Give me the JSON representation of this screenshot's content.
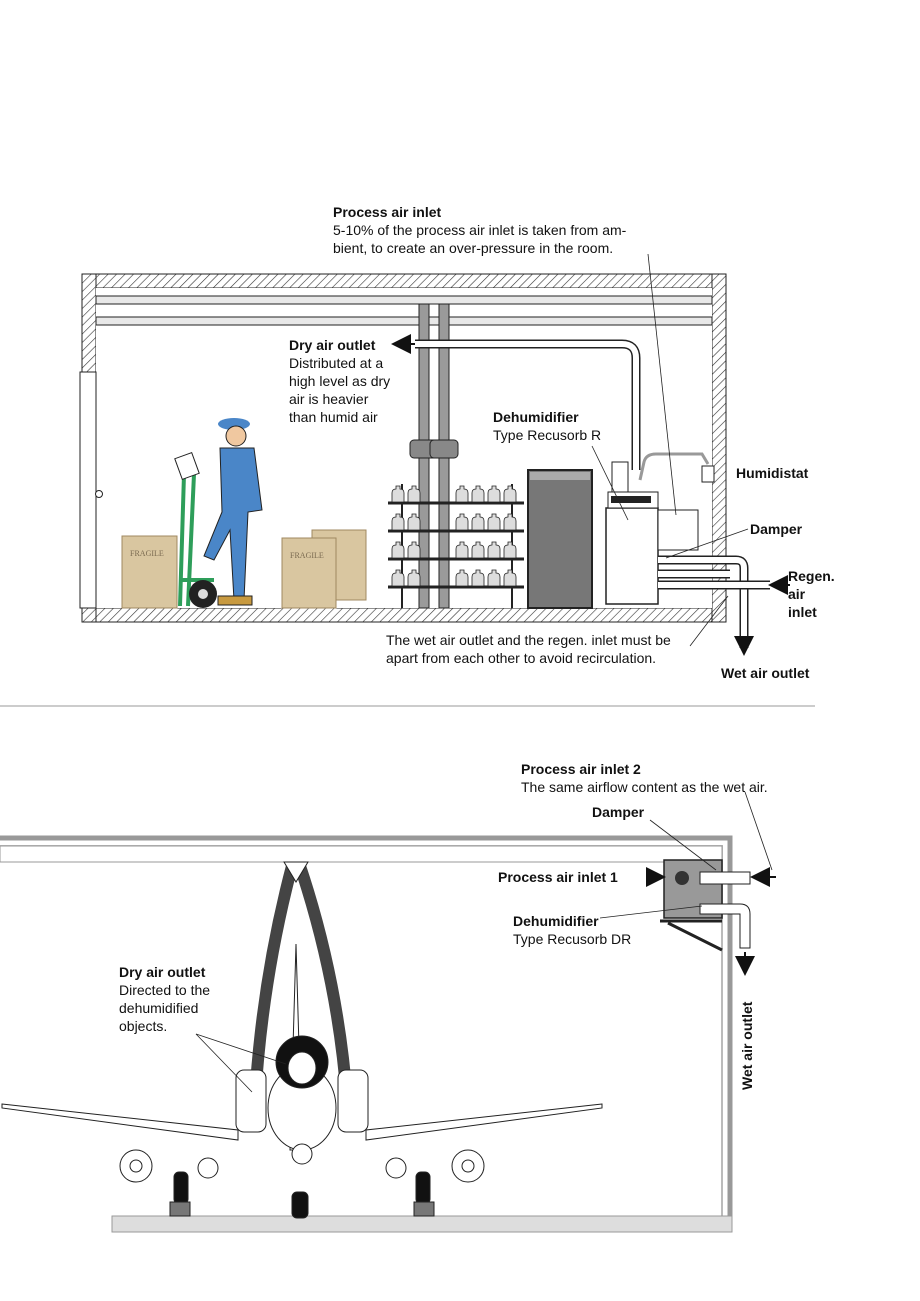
{
  "top": {
    "process_air_inlet": {
      "title": "Process air inlet",
      "line1": "5-10% of the process air inlet is taken from am-",
      "line2": "bient, to create an over-pressure in the room."
    },
    "dry_air_outlet": {
      "title": "Dry air outlet",
      "line1": "Distributed at a",
      "line2": "high level as dry",
      "line3": "air is heavier",
      "line4": "than humid air"
    },
    "dehumidifier": {
      "title": "Dehumidifier",
      "type": "Type Recusorb R"
    },
    "humidistat": "Humidistat",
    "damper": "Damper",
    "regen": {
      "l1": "Regen.",
      "l2": "air",
      "l3": "inlet"
    },
    "wet_note": {
      "line1": "The wet air outlet and the regen. inlet must be",
      "line2": "apart from each other to avoid recirculation."
    },
    "wet_air_outlet": "Wet air outlet",
    "box_label": "FRAGILE"
  },
  "bottom": {
    "process_air_inlet_2": {
      "title": "Process air inlet 2",
      "desc": "The same airflow content as the wet air."
    },
    "damper": "Damper",
    "process_air_inlet_1": "Process air inlet 1",
    "dehumidifier": {
      "title": "Dehumidifier",
      "type": "Type Recusorb DR"
    },
    "dry_air_outlet": {
      "title": "Dry air outlet",
      "line1": "Directed to the",
      "line2": "dehumidified",
      "line3": "objects."
    },
    "wet_air_outlet": "Wet air outlet"
  }
}
